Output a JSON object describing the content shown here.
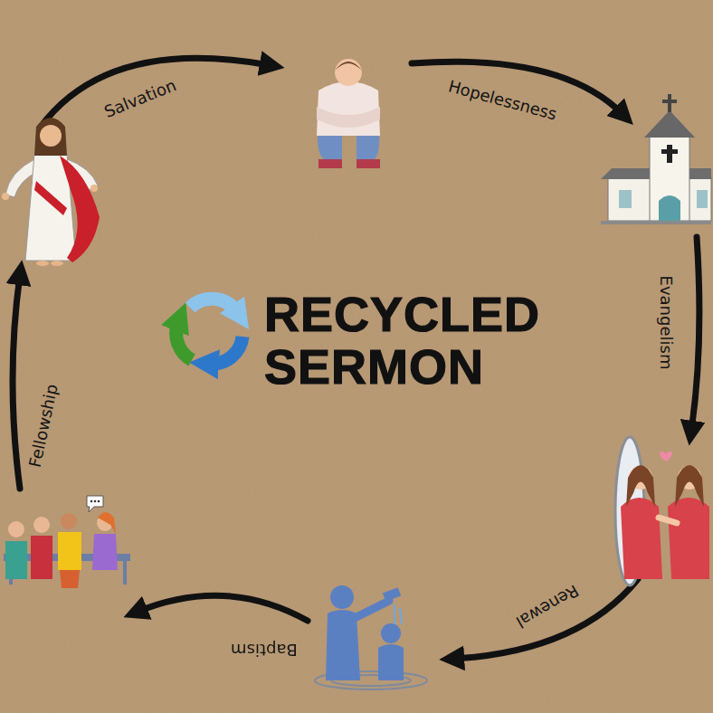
{
  "diagram": {
    "title": "RECYCLED SERMON",
    "labels": [
      "Salvation",
      "Hopelessness",
      "Evangelism",
      "Renewal",
      "Baptism",
      "Fellowship"
    ]
  }
}
